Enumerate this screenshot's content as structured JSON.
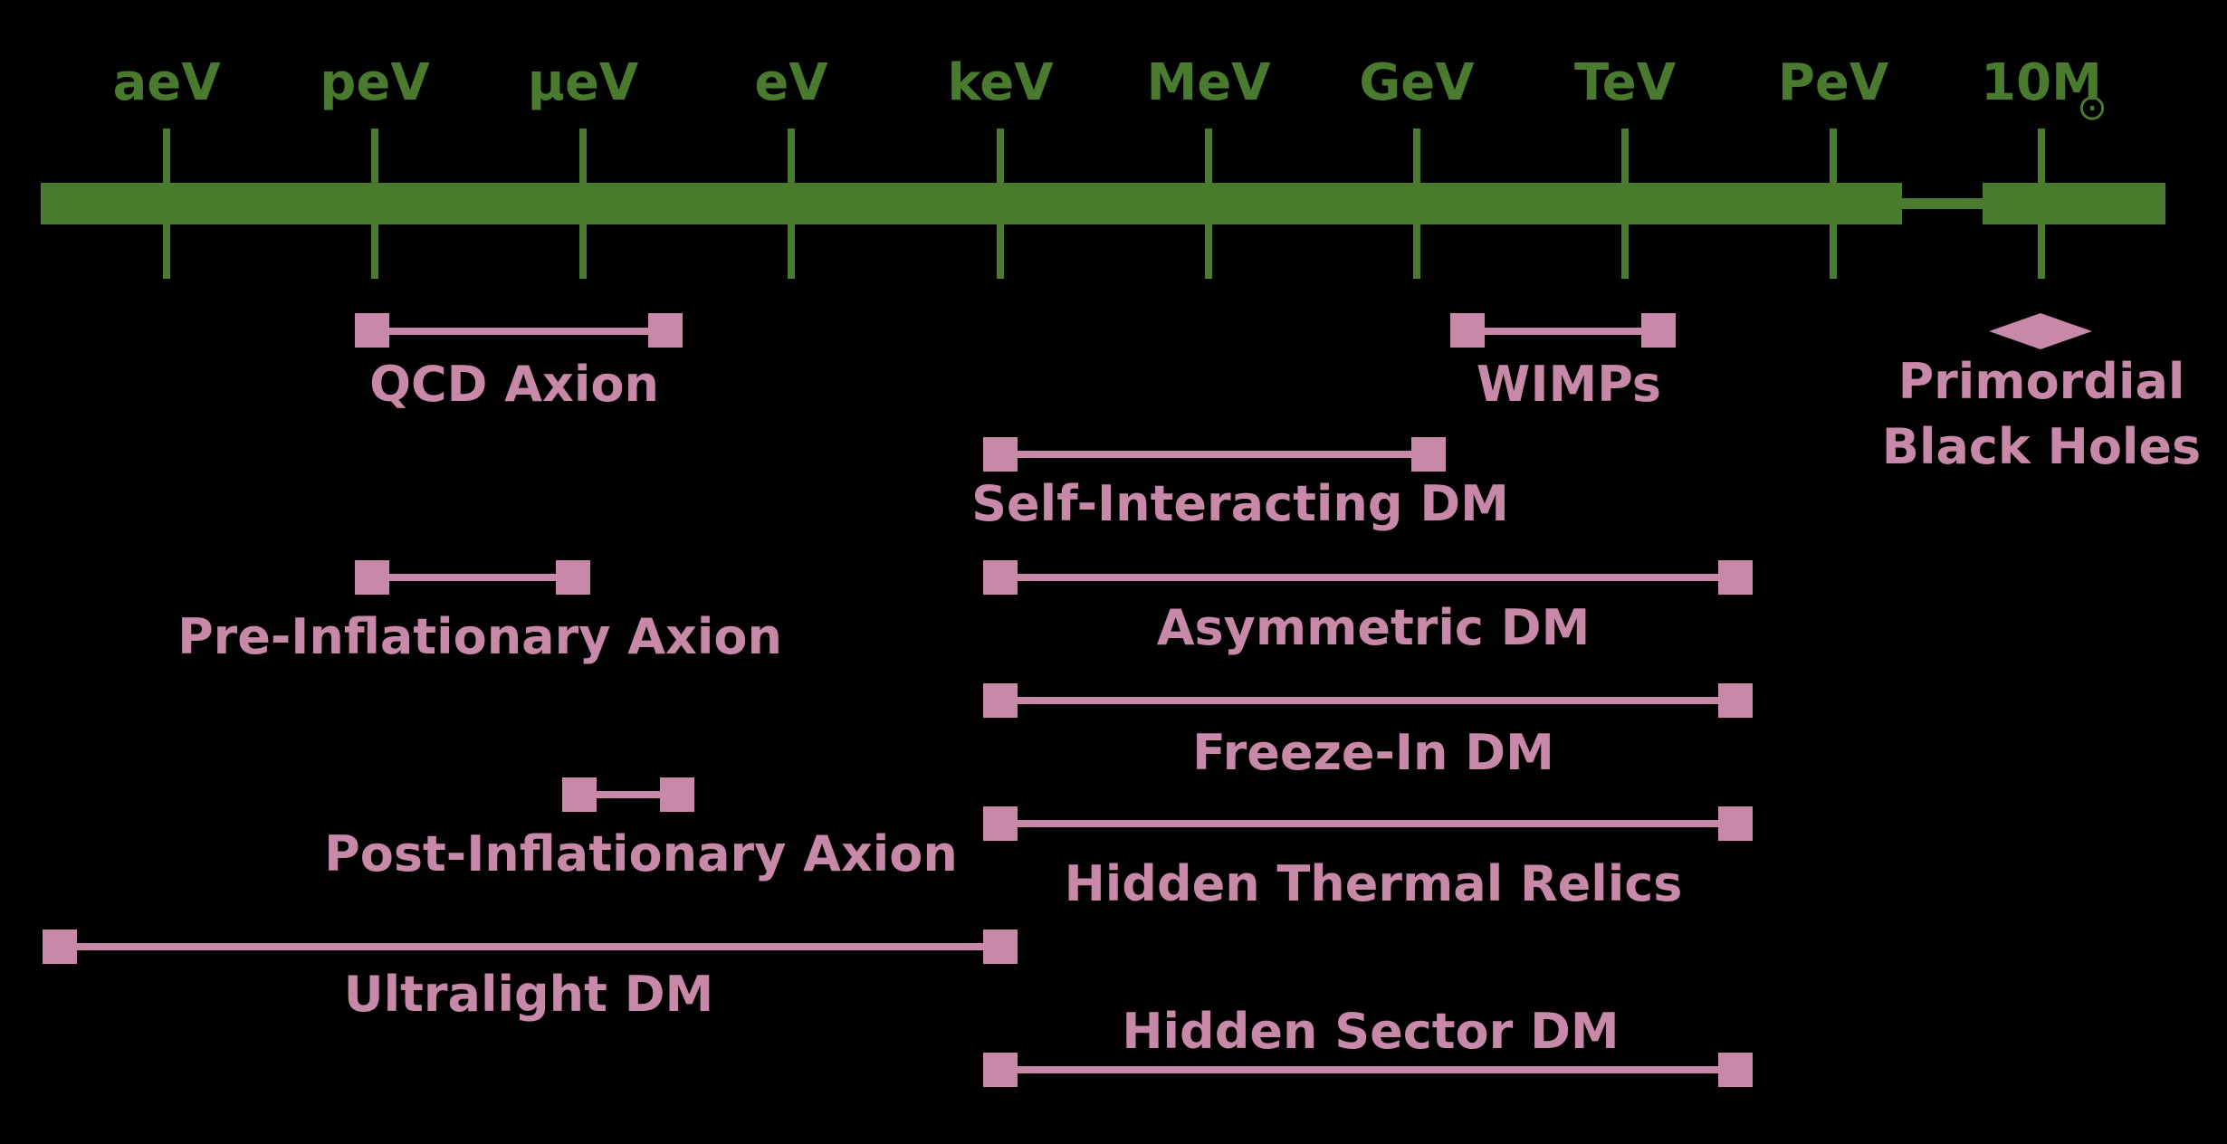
{
  "colors": {
    "background": "#000000",
    "axis": "#4a7a2e",
    "model": "#c888a8"
  },
  "axis": {
    "ticks": [
      {
        "label": "aeV"
      },
      {
        "label": "peV"
      },
      {
        "label": "μeV"
      },
      {
        "label": "eV"
      },
      {
        "label": "keV"
      },
      {
        "label": "MeV"
      },
      {
        "label": "GeV"
      },
      {
        "label": "TeV"
      },
      {
        "label": "PeV"
      },
      {
        "label": "10M",
        "symbol": "⊙"
      }
    ],
    "break_after_tick": "PeV"
  },
  "models": [
    {
      "name": "QCD Axion",
      "from": "peV",
      "to": "~μeV"
    },
    {
      "name": "WIMPs",
      "from": "~GeV",
      "to": "~TeV"
    },
    {
      "name_lines": [
        "Primordial",
        "Black Holes"
      ],
      "marker": "diamond",
      "at": "10M⊙"
    },
    {
      "name": "Self-Interacting DM",
      "from": "keV",
      "to": "GeV"
    },
    {
      "name": "Pre-Inflationary Axion",
      "from": "peV",
      "to": "μeV"
    },
    {
      "name": "Asymmetric DM",
      "from": "keV",
      "to": "~100 TeV"
    },
    {
      "name": "Freeze-In DM",
      "from": "keV",
      "to": "~100 TeV"
    },
    {
      "name": "Post-Inflationary Axion",
      "from": "μeV",
      "to": "~meV"
    },
    {
      "name": "Hidden Thermal Relics",
      "from": "keV",
      "to": "~100 TeV"
    },
    {
      "name": "Ultralight DM",
      "from": "~10⁻²² eV",
      "to": "keV"
    },
    {
      "name": "Hidden Sector DM",
      "from": "keV",
      "to": "~100 TeV"
    }
  ]
}
